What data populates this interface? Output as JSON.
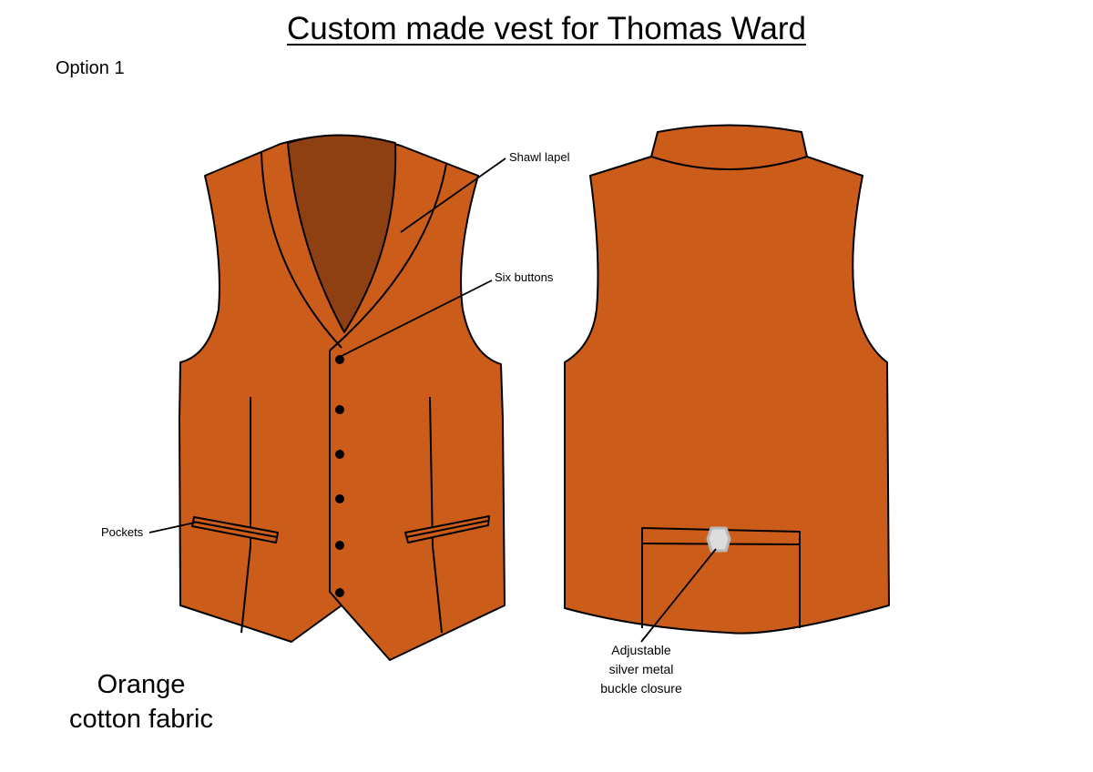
{
  "document": {
    "title": "Custom made vest for Thomas Ward",
    "option_label": "Option 1",
    "fabric_line1": "Orange",
    "fabric_line2": "cotton fabric"
  },
  "labels": {
    "shawl_lapel": "Shawl lapel",
    "six_buttons": "Six buttons",
    "pockets": "Pockets",
    "buckle_line1": "Adjustable",
    "buckle_line2": "silver metal",
    "buckle_line3": "buckle closure"
  },
  "colors": {
    "fabric": "#cb5c1a",
    "lapel_inner": "#8e4012",
    "outline": "#000000",
    "buckle": "#b8b8b8"
  },
  "icons": [
    "button-icon",
    "buckle-icon"
  ]
}
